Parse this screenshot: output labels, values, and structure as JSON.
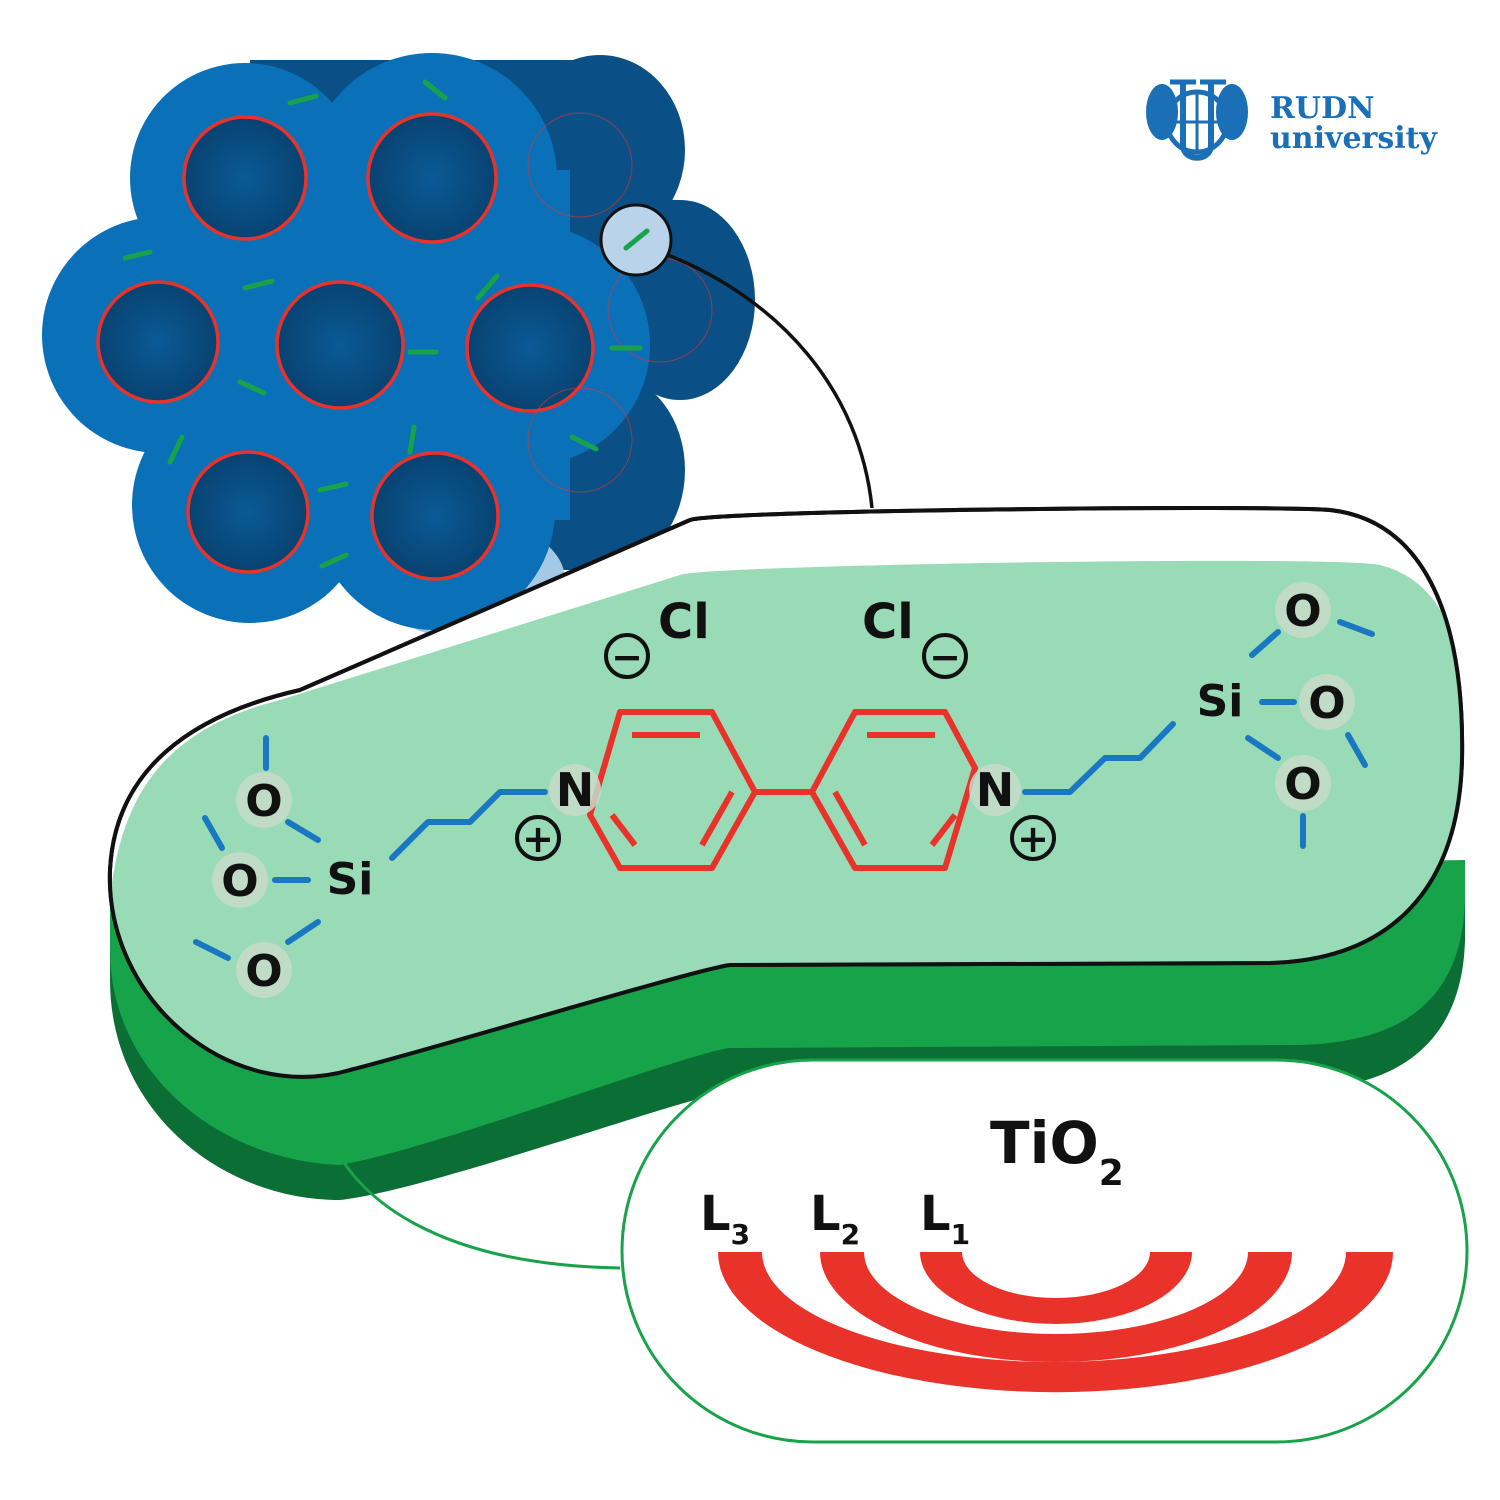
{
  "brand": {
    "name_line1": "RUDN",
    "name_line2": "university",
    "color": "#1a6fb6"
  },
  "colors": {
    "tube_blue": "#0a71b9",
    "tube_dark": "#0a4e83",
    "pore_rim": "#e8322a",
    "organic_green": "#18a34a",
    "slab_green_light": "#9adbb7",
    "slab_green_mid": "#17a34a",
    "slab_green_dark": "#0b6e34",
    "linker_blue": "#1a78c2",
    "ring_red": "#e8322a",
    "outline": "#111111"
  },
  "molecule": {
    "chloride_left": "Cl",
    "chloride_right": "Cl",
    "minus_symbol": "−",
    "plus_symbol": "+",
    "nitrogen_left": "N",
    "nitrogen_right": "N",
    "silicon_left": "Si",
    "silicon_right": "Si",
    "oxygen": "O"
  },
  "tio2": {
    "label_main": "TiO",
    "label_sub": "2",
    "levels": [
      {
        "letter": "L",
        "sub": "3"
      },
      {
        "letter": "L",
        "sub": "2"
      },
      {
        "letter": "L",
        "sub": "1"
      }
    ]
  }
}
